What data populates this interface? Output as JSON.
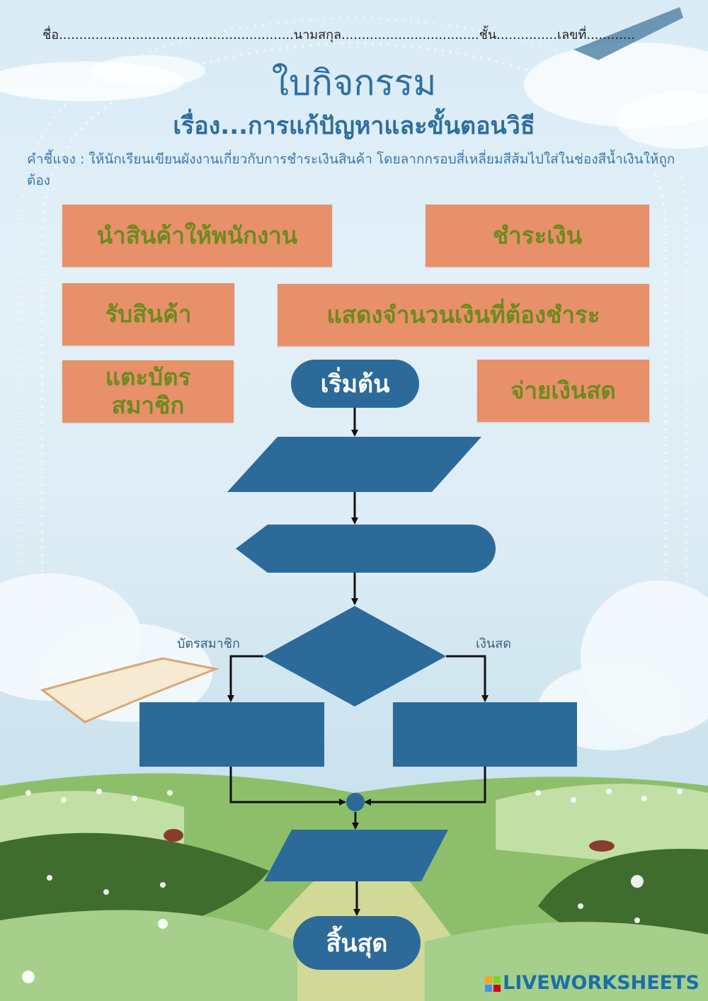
{
  "header": {
    "name_label": "ชื่อ",
    "surname_label": "นามสกุล",
    "class_label": "ชั้น",
    "number_label": "เลขที่",
    "dots_name": "..........................................................",
    "dots_surname": "..................................",
    "dots_class": "...............",
    "dots_number": "............"
  },
  "title": "ใบกิจกรรม",
  "subtitle": "เรื่อง...การแก้ปัญหาและขั้นตอนวิธี",
  "instructions": "คำชี้แจง : ให้นักเรียนเขียนผังงานเกี่ยวกับการชำระเงินสินค้า โดยลากกรอบสี่เหลี่ยมสีส้มไปใส่ในช่องสีน้ำเงินให้ถูกต้อง",
  "cards": [
    "นำสินค้าให้พนักงาน",
    "ชำระเงิน",
    "รับสินค้า",
    "แสดงจำนวนเงินที่ต้องชำระ",
    "แตะบัตร สมาชิก",
    "จ่ายเงินสด"
  ],
  "flowchart": {
    "start_label": "เริ่มต้น",
    "end_label": "สิ้นสุด",
    "branch_left": "บัตรสมาชิก",
    "branch_right": "เงินสด"
  },
  "watermark": "LIVEWORKSHEETS",
  "colors": {
    "card_bg": "#e8906a",
    "card_text": "#6d8a1c",
    "flow_shape": "#2c6a9a",
    "title": "#2f6fa1"
  }
}
